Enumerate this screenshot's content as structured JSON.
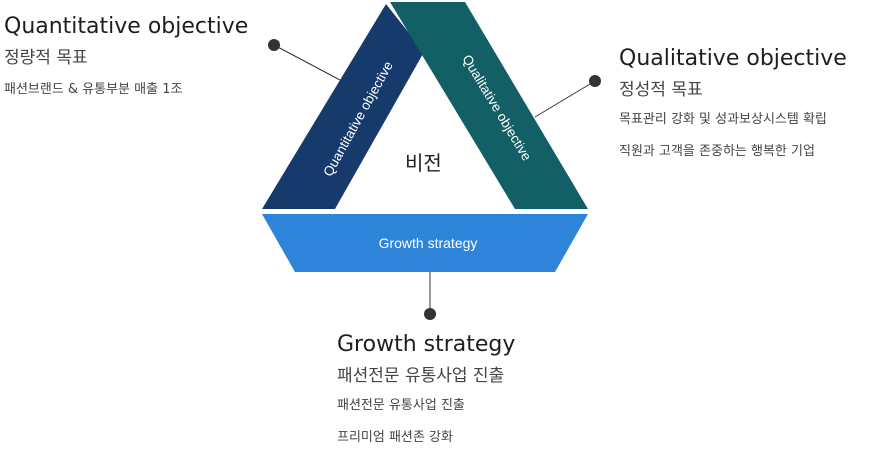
{
  "diagram": {
    "bars": {
      "left": "Quantitative objective",
      "right": "Qualitative objective",
      "bottom": "Growth strategy"
    },
    "center": "비전",
    "colors": {
      "left_bar": "#173a6c",
      "right_bar": "#135f66",
      "bottom_bar": "#2e84d8",
      "connector": "#333333"
    }
  },
  "callouts": {
    "left": {
      "title": "Quantitative objective",
      "subtitle": "정량적 목표",
      "lines": [
        "패션브랜드 & 유통부분 매출 1조"
      ]
    },
    "right": {
      "title": "Qualitative objective",
      "subtitle": "정성적 목표",
      "lines": [
        "목표관리 강화 및 성과보상시스템 확립",
        "직원과 고객을 존중하는 행복한 기업"
      ]
    },
    "bottom": {
      "title": "Growth strategy",
      "subtitle": "패션전문 유통사업 진출",
      "lines": [
        "패션전문 유통사업 진출",
        "프리미엄 패션존 강화"
      ]
    }
  }
}
